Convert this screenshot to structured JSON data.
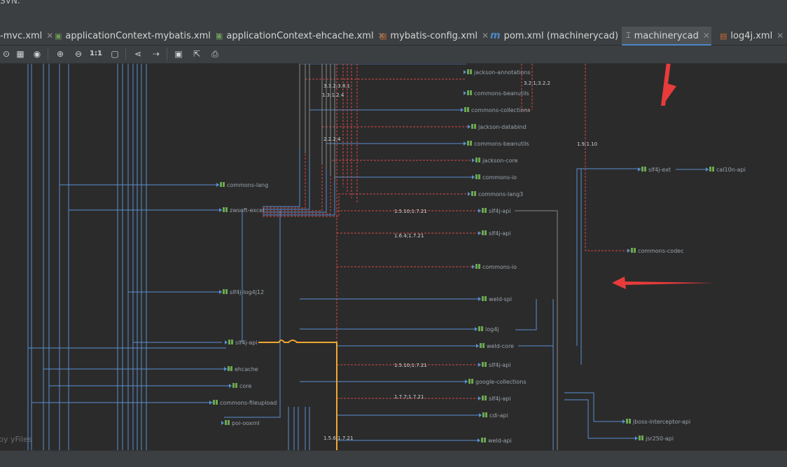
{
  "top": {
    "svn_label": "SVN:"
  },
  "tabs": [
    {
      "label": "-mvc.xml",
      "icon": "xml-icon"
    },
    {
      "label": "applicationContext-mybatis.xml",
      "icon": "spring-xml-icon"
    },
    {
      "label": "applicationContext-ehcache.xml",
      "icon": "spring-xml-icon"
    },
    {
      "label": "mybatis-config.xml",
      "icon": "xml-icon"
    },
    {
      "label": "pom.xml (machinerycad)",
      "icon": "maven-icon"
    },
    {
      "label": "machinerycad",
      "icon": "diagram-icon"
    },
    {
      "label": "log4j.xml",
      "icon": "xml-icon"
    }
  ],
  "toolbar": {
    "fit_label": "1:1"
  },
  "graph": {
    "nodes": [
      {
        "id": "n1",
        "label": "jackson-annotations"
      },
      {
        "id": "n2",
        "label": "commons-beanutils"
      },
      {
        "id": "n3",
        "label": "commons-collections"
      },
      {
        "id": "n4",
        "label": "jackson-databind"
      },
      {
        "id": "n5",
        "label": "commons-beanutils"
      },
      {
        "id": "n6",
        "label": "jackson-core"
      },
      {
        "id": "n7",
        "label": "commons-io"
      },
      {
        "id": "n8",
        "label": "commons-lang3"
      },
      {
        "id": "n9",
        "label": "slf4j-api"
      },
      {
        "id": "n10",
        "label": "slf4j-api"
      },
      {
        "id": "n11",
        "label": "commons-io"
      },
      {
        "id": "n12",
        "label": "weld-spi"
      },
      {
        "id": "n13",
        "label": "log4j"
      },
      {
        "id": "n14",
        "label": "weld-core"
      },
      {
        "id": "n15",
        "label": "slf4j-api"
      },
      {
        "id": "n16",
        "label": "google-collections"
      },
      {
        "id": "n17",
        "label": "slf4j-api"
      },
      {
        "id": "n18",
        "label": "cdi-api"
      },
      {
        "id": "n19",
        "label": "weld-api"
      },
      {
        "id": "n20",
        "label": "commons-lang"
      },
      {
        "id": "n21",
        "label": "zwsoft-excel"
      },
      {
        "id": "n22",
        "label": "slf4j-log4j12"
      },
      {
        "id": "n23",
        "label": "slf4j-api"
      },
      {
        "id": "n24",
        "label": "ehcache"
      },
      {
        "id": "n25",
        "label": "core"
      },
      {
        "id": "n26",
        "label": "commons-fileupload"
      },
      {
        "id": "n27",
        "label": "poi-ooxml"
      },
      {
        "id": "n28",
        "label": "slf4j-ext"
      },
      {
        "id": "n29",
        "label": "cal10n-api"
      },
      {
        "id": "n30",
        "label": "commons-codec"
      },
      {
        "id": "n31",
        "label": "jboss-interceptor-api"
      },
      {
        "id": "n32",
        "label": "jsr250-api"
      }
    ],
    "versions": [
      "3.3.2;3.8.1",
      "1.3;1.2.4",
      "3.2.1;3.2.2",
      "2.2.2.4",
      "1.9;1.10",
      "1.5.10;1.7.21",
      "1.6.4;1.7.21",
      "1.5.10;1.7.21",
      "1.7.7;1.7.21",
      "1.5.6;1.7.21"
    ],
    "watermark": "by yFiles"
  },
  "colors": {
    "edge": "#5a8fd1",
    "conflict": "#d44a4a",
    "highlight": "#f0a830",
    "text": "#9aa4ad",
    "arrow": "#e83b3b"
  }
}
